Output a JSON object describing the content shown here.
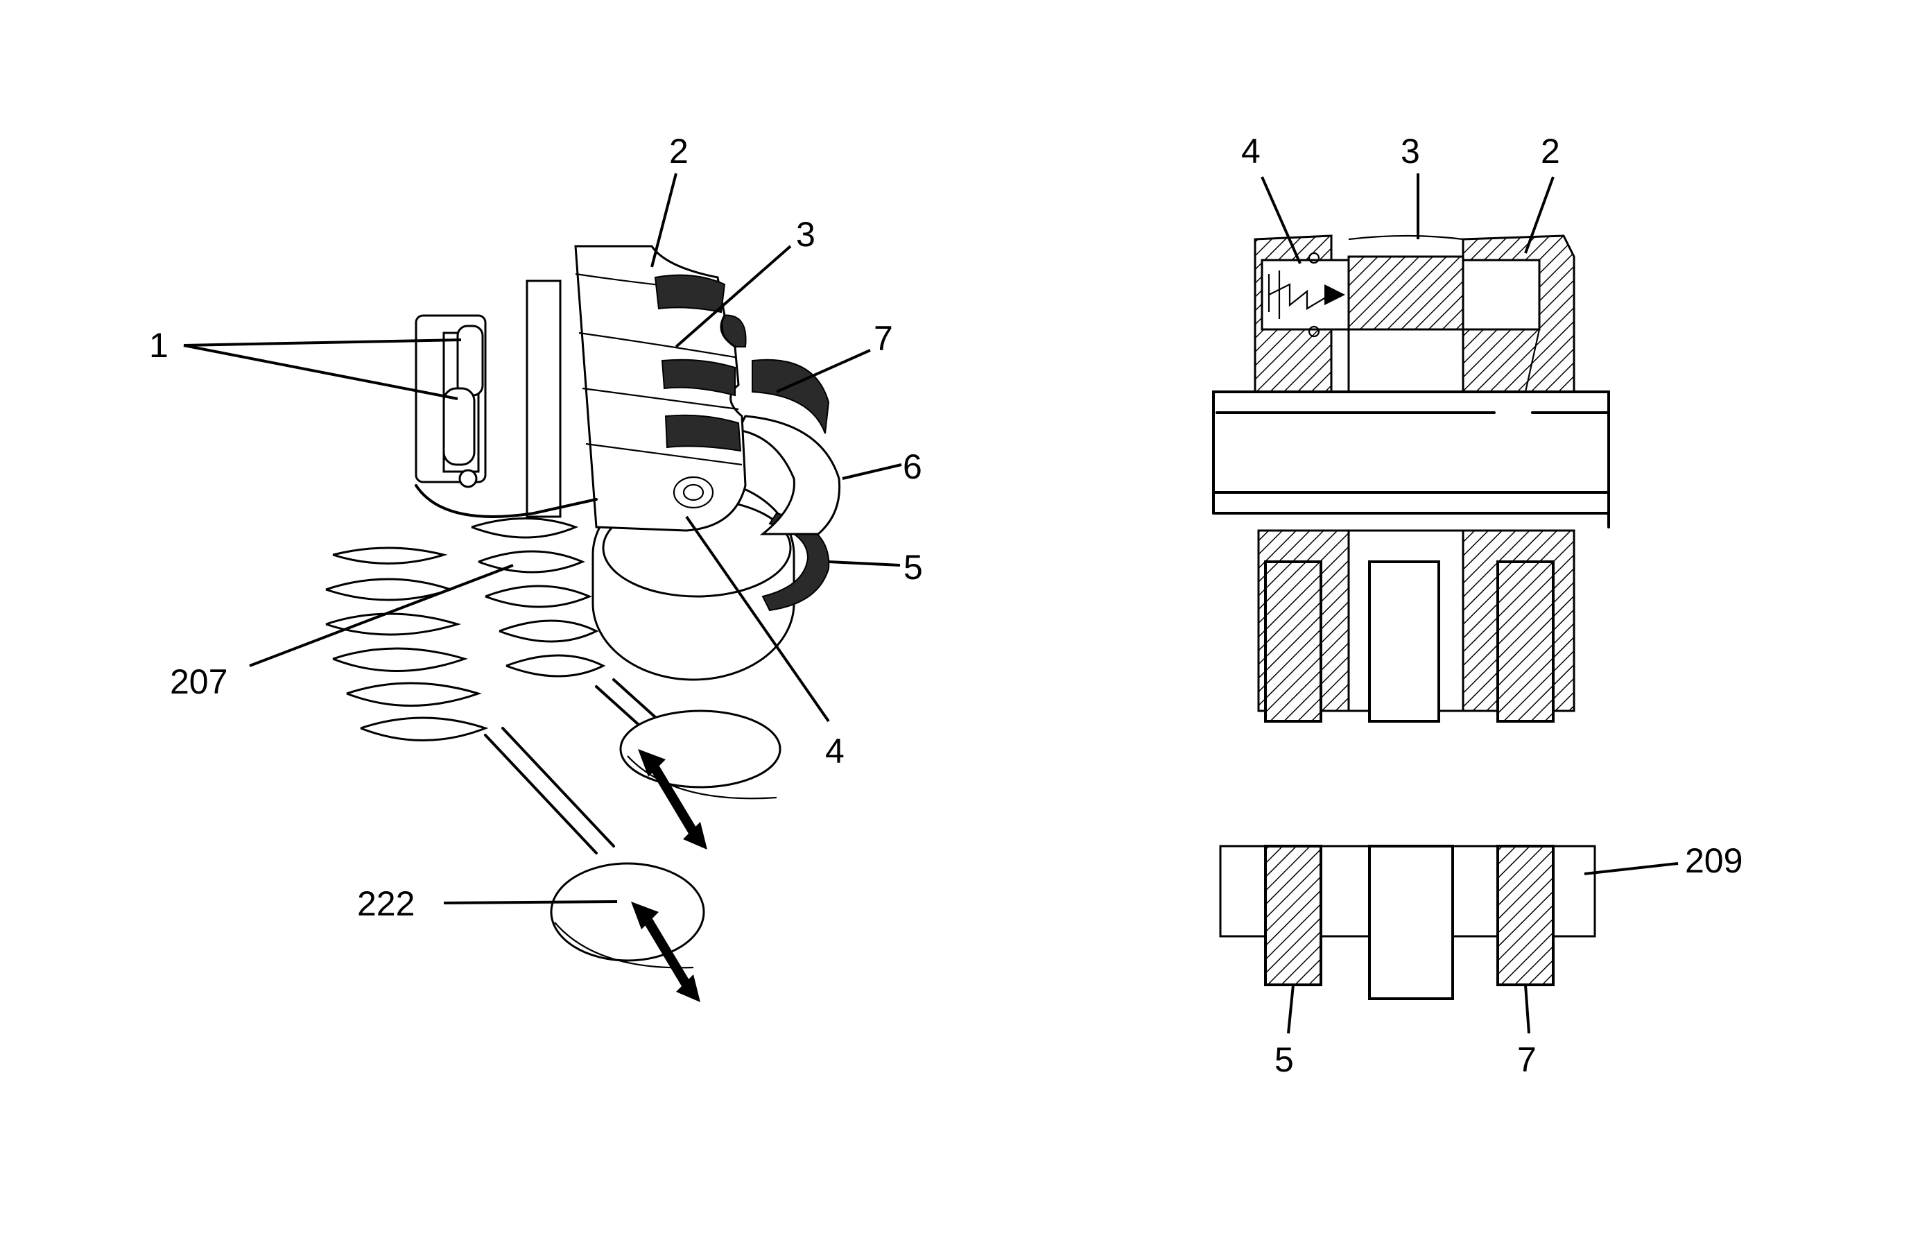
{
  "figure": {
    "left_view": {
      "labels": {
        "l1": "1",
        "l2": "2",
        "l3": "3",
        "l4": "4",
        "l5": "5",
        "l6": "6",
        "l7": "7",
        "l207": "207",
        "l222": "222"
      }
    },
    "right_top_view": {
      "labels": {
        "l4": "4",
        "l3": "3",
        "l2": "2"
      }
    },
    "right_bottom_view": {
      "labels": {
        "l209": "209",
        "l5": "5",
        "l7": "7"
      }
    }
  },
  "colors": {
    "ink": "#000000",
    "background": "#ffffff",
    "dark_part": "#2a2a2a"
  }
}
